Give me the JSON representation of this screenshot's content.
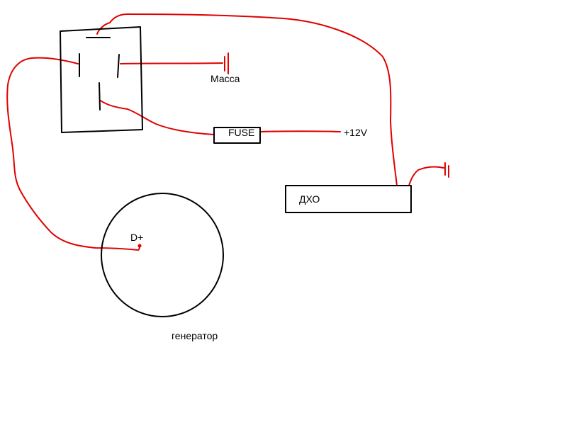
{
  "colors": {
    "wire": "#e00000",
    "outline": "#000000",
    "background": "#ffffff",
    "text": "#000000"
  },
  "labels": {
    "ground": "Масса",
    "fuse": "FUSE",
    "power": "+12V",
    "drl": "ДХО",
    "terminal": "D+",
    "generator": "генератор"
  }
}
